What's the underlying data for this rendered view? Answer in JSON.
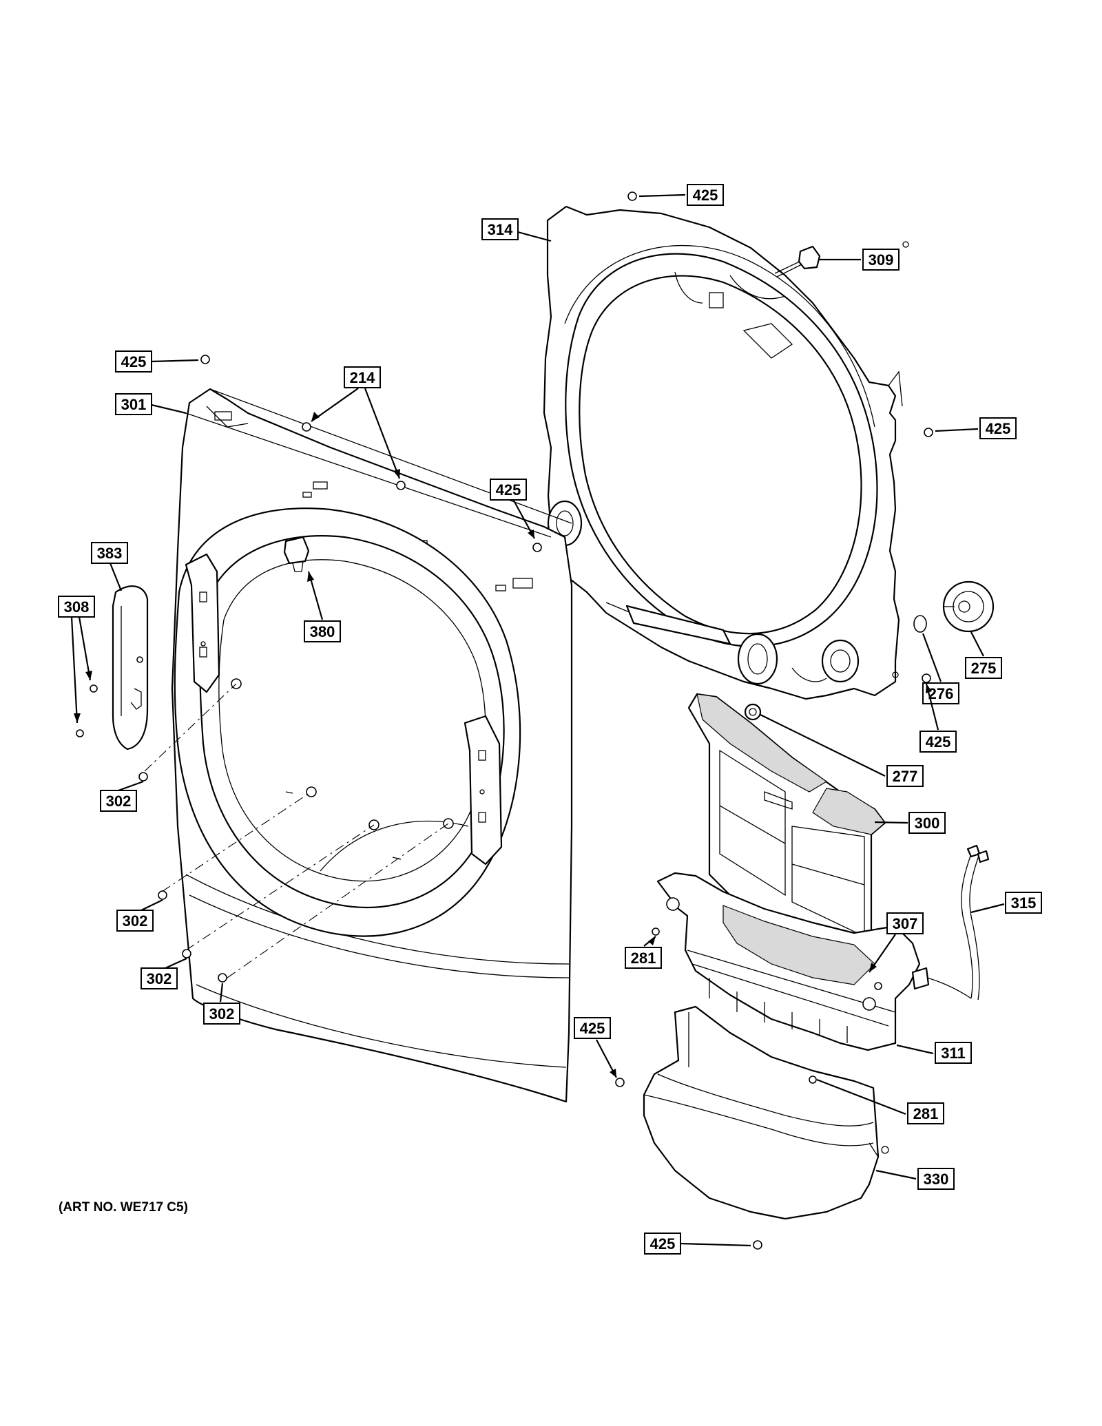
{
  "art_number": "(ART NO. WE717 C5)",
  "callouts": [
    {
      "id": "c-425-top",
      "part": "425"
    },
    {
      "id": "c-314",
      "part": "314"
    },
    {
      "id": "c-309",
      "part": "309"
    },
    {
      "id": "c-425-left",
      "part": "425"
    },
    {
      "id": "c-214",
      "part": "214"
    },
    {
      "id": "c-301",
      "part": "301"
    },
    {
      "id": "c-425-right",
      "part": "425"
    },
    {
      "id": "c-425-mid",
      "part": "425"
    },
    {
      "id": "c-383",
      "part": "383"
    },
    {
      "id": "c-308",
      "part": "308"
    },
    {
      "id": "c-380",
      "part": "380"
    },
    {
      "id": "c-275",
      "part": "275"
    },
    {
      "id": "c-276",
      "part": "276"
    },
    {
      "id": "c-425-rbot",
      "part": "425"
    },
    {
      "id": "c-302-a",
      "part": "302"
    },
    {
      "id": "c-277",
      "part": "277"
    },
    {
      "id": "c-300",
      "part": "300"
    },
    {
      "id": "c-315",
      "part": "315"
    },
    {
      "id": "c-302-b",
      "part": "302"
    },
    {
      "id": "c-307",
      "part": "307"
    },
    {
      "id": "c-281-a",
      "part": "281"
    },
    {
      "id": "c-302-c",
      "part": "302"
    },
    {
      "id": "c-302-d",
      "part": "302"
    },
    {
      "id": "c-311",
      "part": "311"
    },
    {
      "id": "c-425-low",
      "part": "425"
    },
    {
      "id": "c-281-b",
      "part": "281"
    },
    {
      "id": "c-330",
      "part": "330"
    },
    {
      "id": "c-425-bottom",
      "part": "425"
    }
  ]
}
